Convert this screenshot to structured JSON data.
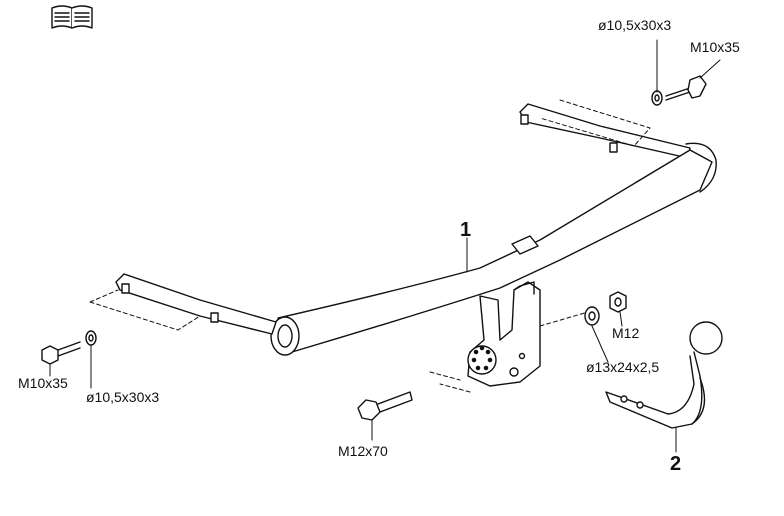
{
  "labels": {
    "part1": "1",
    "part2": "2",
    "washer_top": "ø10,5x30x3",
    "bolt_top": "M10x35",
    "bolt_left": "M10x35",
    "washer_left": "ø10,5x30x3",
    "nut_m12": "M12",
    "washer_m12": "ø13x24x2,5",
    "bolt_m12x70": "M12x70"
  },
  "icons": {
    "manual": "open-book-icon"
  }
}
